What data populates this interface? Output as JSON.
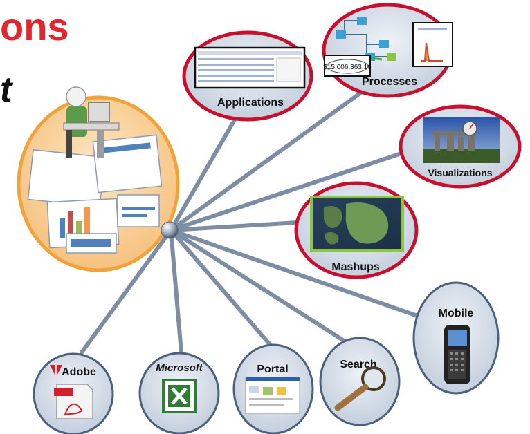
{
  "heading": {
    "line1": "ons",
    "line2": "t"
  },
  "hub": {
    "nodes": [
      {
        "id": "applications",
        "label": "Applications",
        "style": "red"
      },
      {
        "id": "processes",
        "label": "Processes",
        "style": "red",
        "amount": "$15,006,363.16"
      },
      {
        "id": "visualizations",
        "label": "Visualizations",
        "style": "red"
      },
      {
        "id": "mashups",
        "label": "Mashups",
        "style": "red"
      },
      {
        "id": "mobile",
        "label": "Mobile",
        "style": "blue"
      },
      {
        "id": "search",
        "label": "Search",
        "style": "blue"
      },
      {
        "id": "portal",
        "label": "Portal",
        "style": "blue"
      },
      {
        "id": "excel",
        "brand": "Microsoft",
        "style": "blue"
      },
      {
        "id": "adobe",
        "brand": "Adobe",
        "style": "blue"
      }
    ]
  },
  "colors": {
    "red_ring": "#c8102e",
    "blue_ring": "#4a607d",
    "node_fill": "#d6dee9",
    "line": "#7c8da4",
    "user_ring": "#f0a23b",
    "user_fill": "#fbd9a8",
    "title": "#e3262e"
  }
}
